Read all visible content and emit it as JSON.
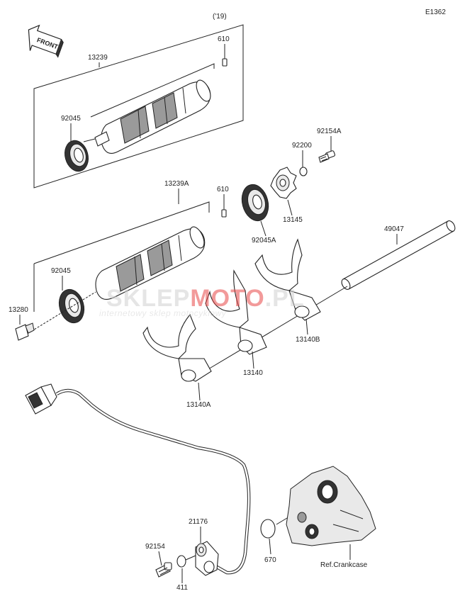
{
  "diagram_id": "E1362",
  "front_label": "FRONT",
  "model_year_note": "('19)",
  "watermark": {
    "brand_a": "SKLEP",
    "brand_b": "MOTO",
    "brand_c": ".PL",
    "tagline": "internetowy sklep motocyklowy",
    "accent_color": "#e84848"
  },
  "part_labels": {
    "p610_top": "610",
    "p13239": "13239",
    "p92045_top": "92045",
    "p92154A": "92154A",
    "p92200": "92200",
    "p13145": "13145",
    "p92045A": "92045A",
    "p13239A": "13239A",
    "p610_mid": "610",
    "p49047": "49047",
    "p92045_mid": "92045",
    "p13280": "13280",
    "p13140B": "13140B",
    "p13140": "13140",
    "p13140A": "13140A",
    "p21176": "21176",
    "p92154": "92154",
    "p411": "411",
    "p670": "670",
    "ref_crankcase": "Ref.Crankcase"
  }
}
